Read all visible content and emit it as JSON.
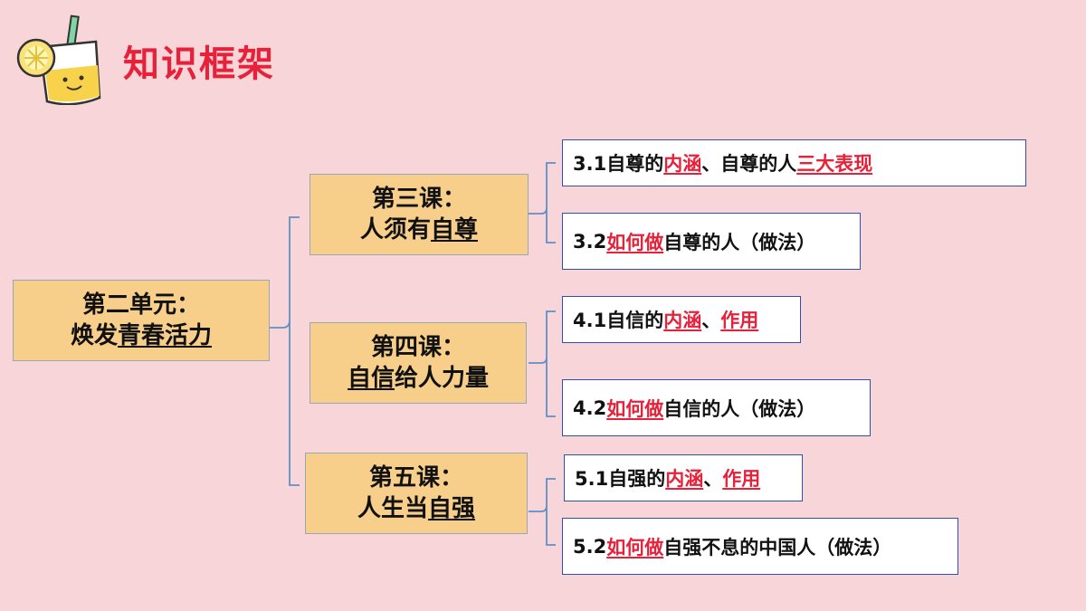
{
  "page": {
    "title": "知识框架"
  },
  "unit": {
    "line1": "第二单元：",
    "line2_a": "焕发",
    "line2_b": "青春",
    "line2_c": "活力"
  },
  "lessons": [
    {
      "line1": "第三课：",
      "line2_a": "人须有",
      "line2_b": "自尊",
      "line2_c": "",
      "items": [
        {
          "parts": [
            "3.1自尊的",
            "内涵",
            "、自尊的人",
            "三大表现",
            ""
          ]
        },
        {
          "parts": [
            "3.2",
            "如何做",
            "自尊的人（做法）"
          ]
        }
      ]
    },
    {
      "line1": "第四课：",
      "line2_a": "",
      "line2_b": "自信",
      "line2_c": "给人力量",
      "items": [
        {
          "parts": [
            "4.1自信的",
            "内涵",
            "、",
            "作用"
          ]
        },
        {
          "parts": [
            "4.2",
            "如何做",
            "自信的人（做法）"
          ]
        }
      ]
    },
    {
      "line1": "第五课：",
      "line2_a": "人生当",
      "line2_b": "自强",
      "line2_c": "",
      "items": [
        {
          "parts": [
            "5.1自强的",
            "内涵",
            "、",
            "作用"
          ]
        },
        {
          "parts": [
            "5.2",
            "如何做",
            "自强不息的中国人（做法）"
          ]
        }
      ]
    }
  ],
  "colors": {
    "background": "#F8D5D8",
    "title": "#E8213A",
    "highlight": "#E8213A",
    "lesson_box": "#F7CF8A",
    "item_border": "#2F4FA8"
  },
  "icons": {
    "logo": "lemon-drink-icon"
  }
}
